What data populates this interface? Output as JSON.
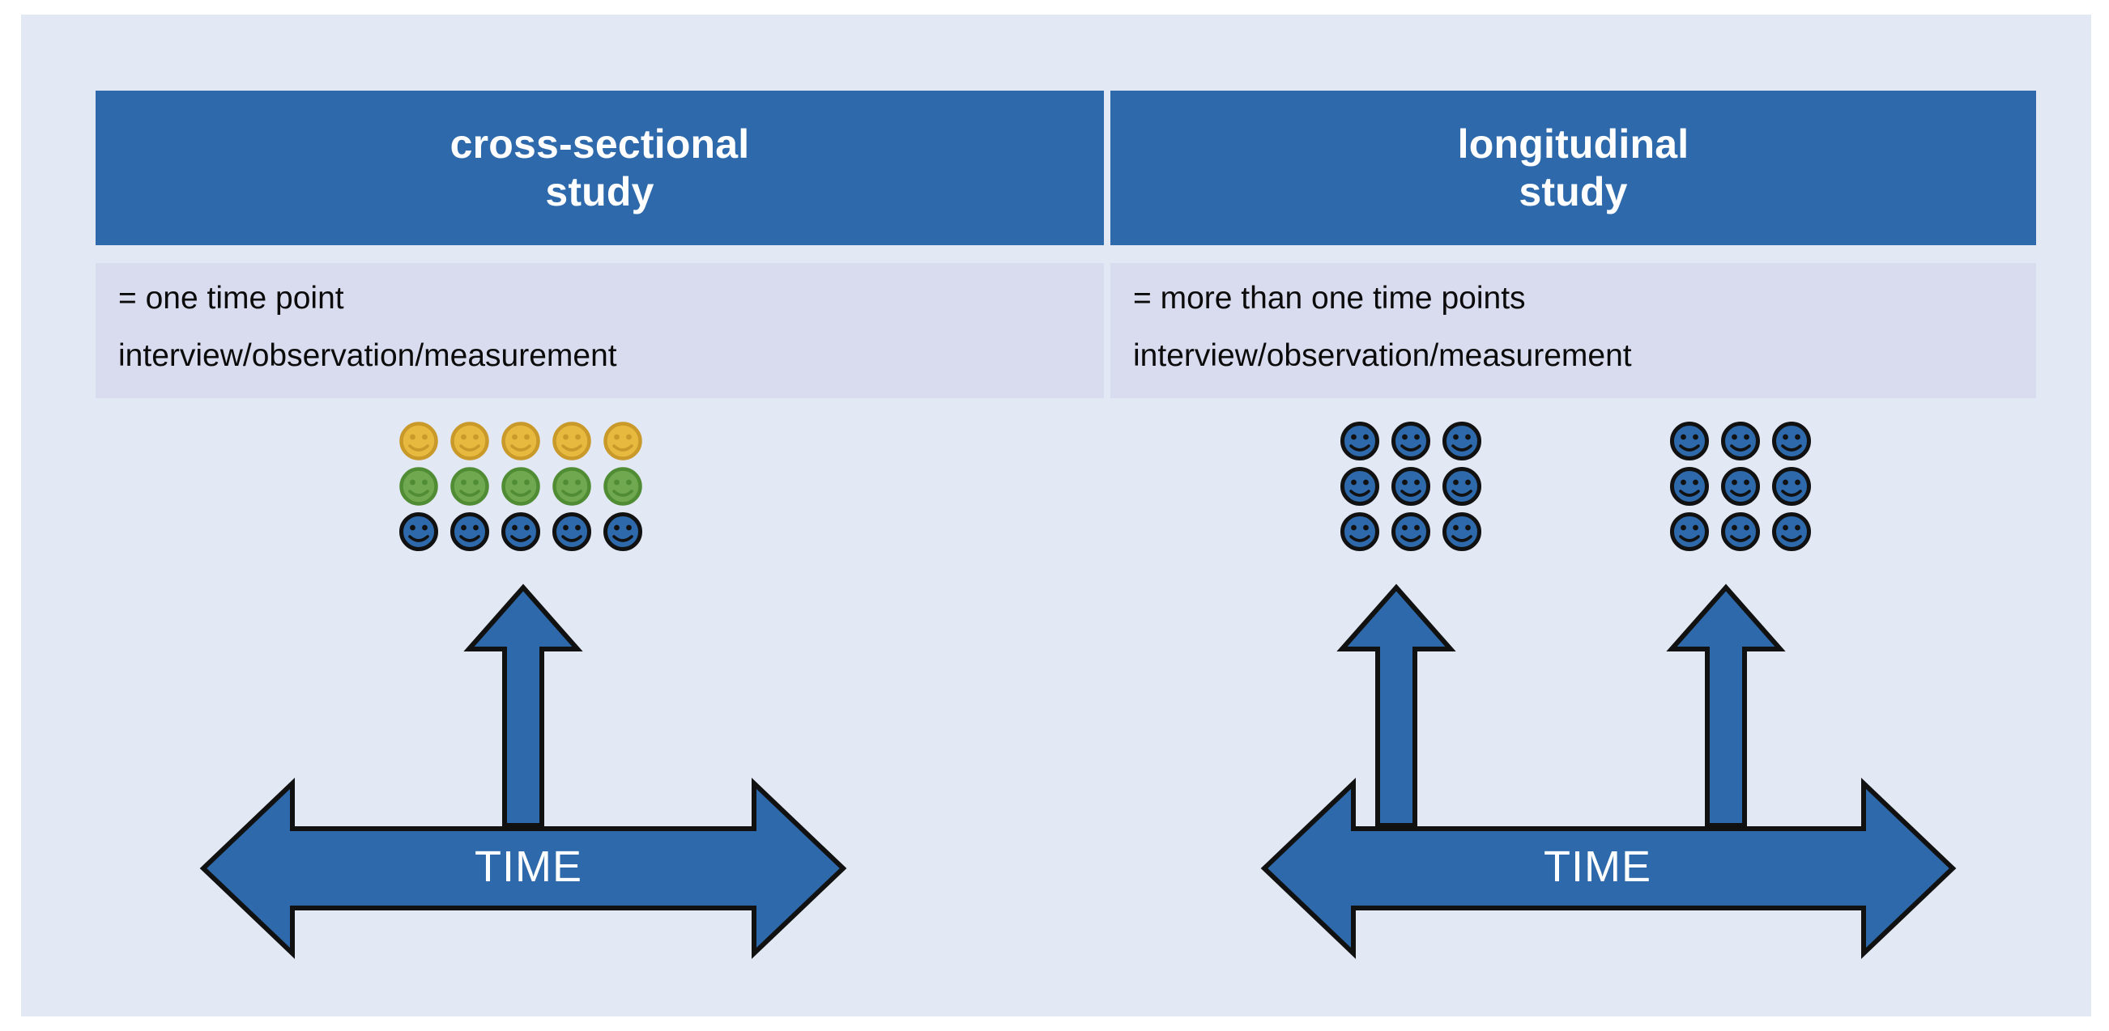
{
  "diagram": {
    "title_left": "cross-sectional study",
    "title_right": "longitudinal study",
    "background_color": "#e2e8f4",
    "accent_color": "#2e6aab",
    "desc_box_color": "#d9dcee"
  },
  "columns": [
    {
      "id": "cross-sectional",
      "header_line1": "cross-sectional",
      "header_line2": "study",
      "desc_line1": "= one time point",
      "desc_line2": "interview/observation/measurement",
      "time_label": "TIME",
      "measurement_points": 1,
      "cohorts": [
        {
          "rows": 3,
          "cols": 5,
          "row_colors": [
            "#e8b93f",
            "#6fa84f",
            "#2e6aab"
          ],
          "row_outline_colors": [
            "#c9992a",
            "#4f8c33",
            "#111111"
          ]
        }
      ]
    },
    {
      "id": "longitudinal",
      "header_line1": "longitudinal",
      "header_line2": "study",
      "desc_line1": "= more than one time points",
      "desc_line2": "interview/observation/measurement",
      "time_label": "TIME",
      "measurement_points": 2,
      "cohorts": [
        {
          "rows": 3,
          "cols": 3,
          "row_colors": [
            "#2e6aab",
            "#2e6aab",
            "#2e6aab"
          ],
          "row_outline_colors": [
            "#111111",
            "#111111",
            "#111111"
          ]
        },
        {
          "rows": 3,
          "cols": 3,
          "row_colors": [
            "#2e6aab",
            "#2e6aab",
            "#2e6aab"
          ],
          "row_outline_colors": [
            "#111111",
            "#111111",
            "#111111"
          ]
        }
      ]
    }
  ],
  "icons": {
    "smiley": "smiley-face-icon",
    "up_arrow": "up-arrow-icon",
    "time_arrow": "double-headed-time-arrow-icon"
  }
}
